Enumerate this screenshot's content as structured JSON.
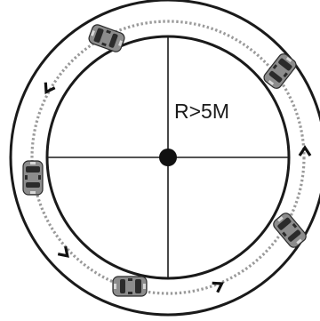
{
  "diagram": {
    "radius_label": "R>5M",
    "colors": {
      "stroke": "#1a1a1a",
      "path_dots": "#9a9a9a",
      "car_body": "#8c8c8c",
      "car_glass": "#2b2b2b",
      "background": "#ffffff"
    },
    "cars": [
      {
        "id": "car-1"
      },
      {
        "id": "car-2"
      },
      {
        "id": "car-3"
      },
      {
        "id": "car-4"
      },
      {
        "id": "car-5"
      }
    ],
    "direction": "counter-clockwise"
  }
}
